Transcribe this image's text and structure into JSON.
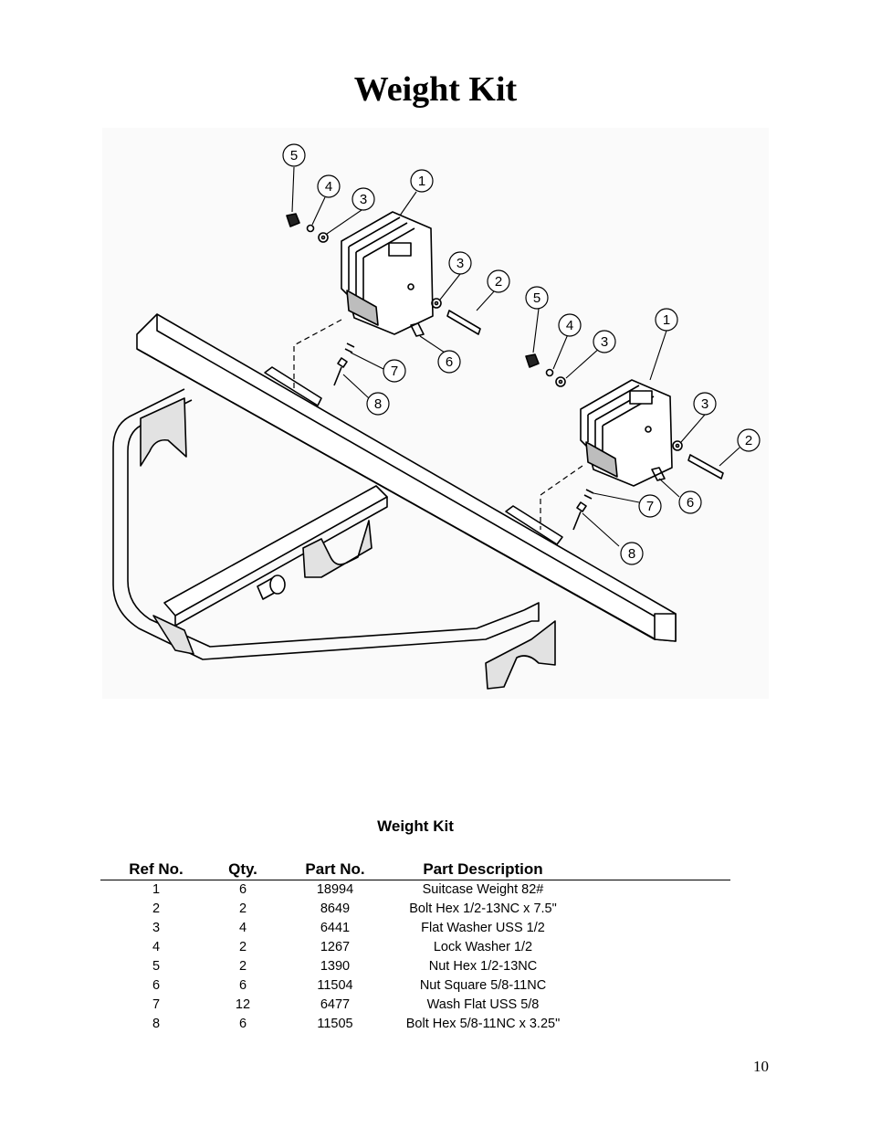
{
  "page": {
    "title": "Weight Kit",
    "page_number": "10"
  },
  "diagram": {
    "callouts": [
      "5",
      "4",
      "3",
      "1",
      "3",
      "2",
      "6",
      "7",
      "8",
      "5",
      "4",
      "3",
      "1",
      "3",
      "2",
      "6",
      "7",
      "8"
    ]
  },
  "parts_table": {
    "title": "Weight Kit",
    "headers": {
      "ref": "Ref No.",
      "qty": "Qty.",
      "part": "Part No.",
      "desc": "Part Description"
    },
    "rows": [
      {
        "ref": "1",
        "qty": "6",
        "part": "18994",
        "desc": "Suitcase Weight 82#"
      },
      {
        "ref": "2",
        "qty": "2",
        "part": "8649",
        "desc": "Bolt Hex 1/2-13NC x 7.5\""
      },
      {
        "ref": "3",
        "qty": "4",
        "part": "6441",
        "desc": "Flat Washer USS 1/2"
      },
      {
        "ref": "4",
        "qty": "2",
        "part": "1267",
        "desc": "Lock Washer 1/2"
      },
      {
        "ref": "5",
        "qty": "2",
        "part": "1390",
        "desc": "Nut Hex 1/2-13NC"
      },
      {
        "ref": "6",
        "qty": "6",
        "part": "11504",
        "desc": "Nut Square 5/8-11NC"
      },
      {
        "ref": "7",
        "qty": "12",
        "part": "6477",
        "desc": "Wash Flat USS 5/8"
      },
      {
        "ref": "8",
        "qty": "6",
        "part": "11505",
        "desc": "Bolt Hex 5/8-11NC x 3.25\""
      }
    ]
  }
}
